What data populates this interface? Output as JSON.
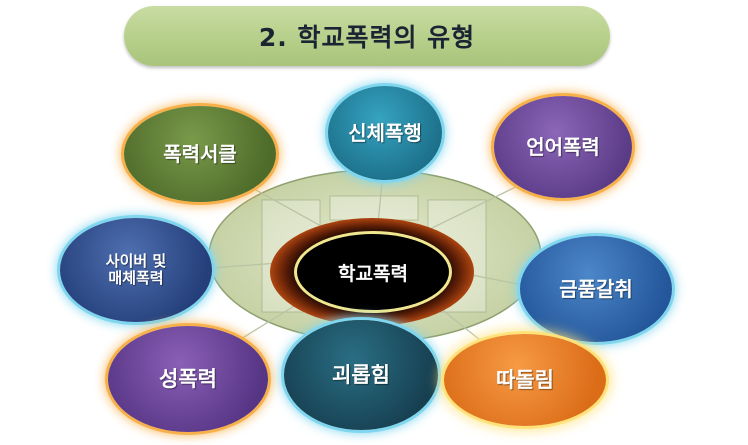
{
  "title": "2. 학교폭력의 유형",
  "center": "학교폭력",
  "nodes": {
    "gang": "폭력서클",
    "physical": "신체폭행",
    "verbal": "언어폭력",
    "cyber_line1": "사이버 및",
    "cyber_line2": "매체폭력",
    "extortion": "금품갈취",
    "sexual": "성폭력",
    "harassment": "괴롭힘",
    "isolation": "따돌림"
  },
  "colors": {
    "title_bg": "#b6cf8a",
    "gang": "#4e6b2a",
    "physical": "#1c6f89",
    "verbal": "#5a3b86",
    "cyber": "#243f7a",
    "extortion": "#23569a",
    "sexual": "#573585",
    "harassment": "#163f50",
    "isolation": "#dc6d18",
    "hub": "#cfd8b4"
  }
}
